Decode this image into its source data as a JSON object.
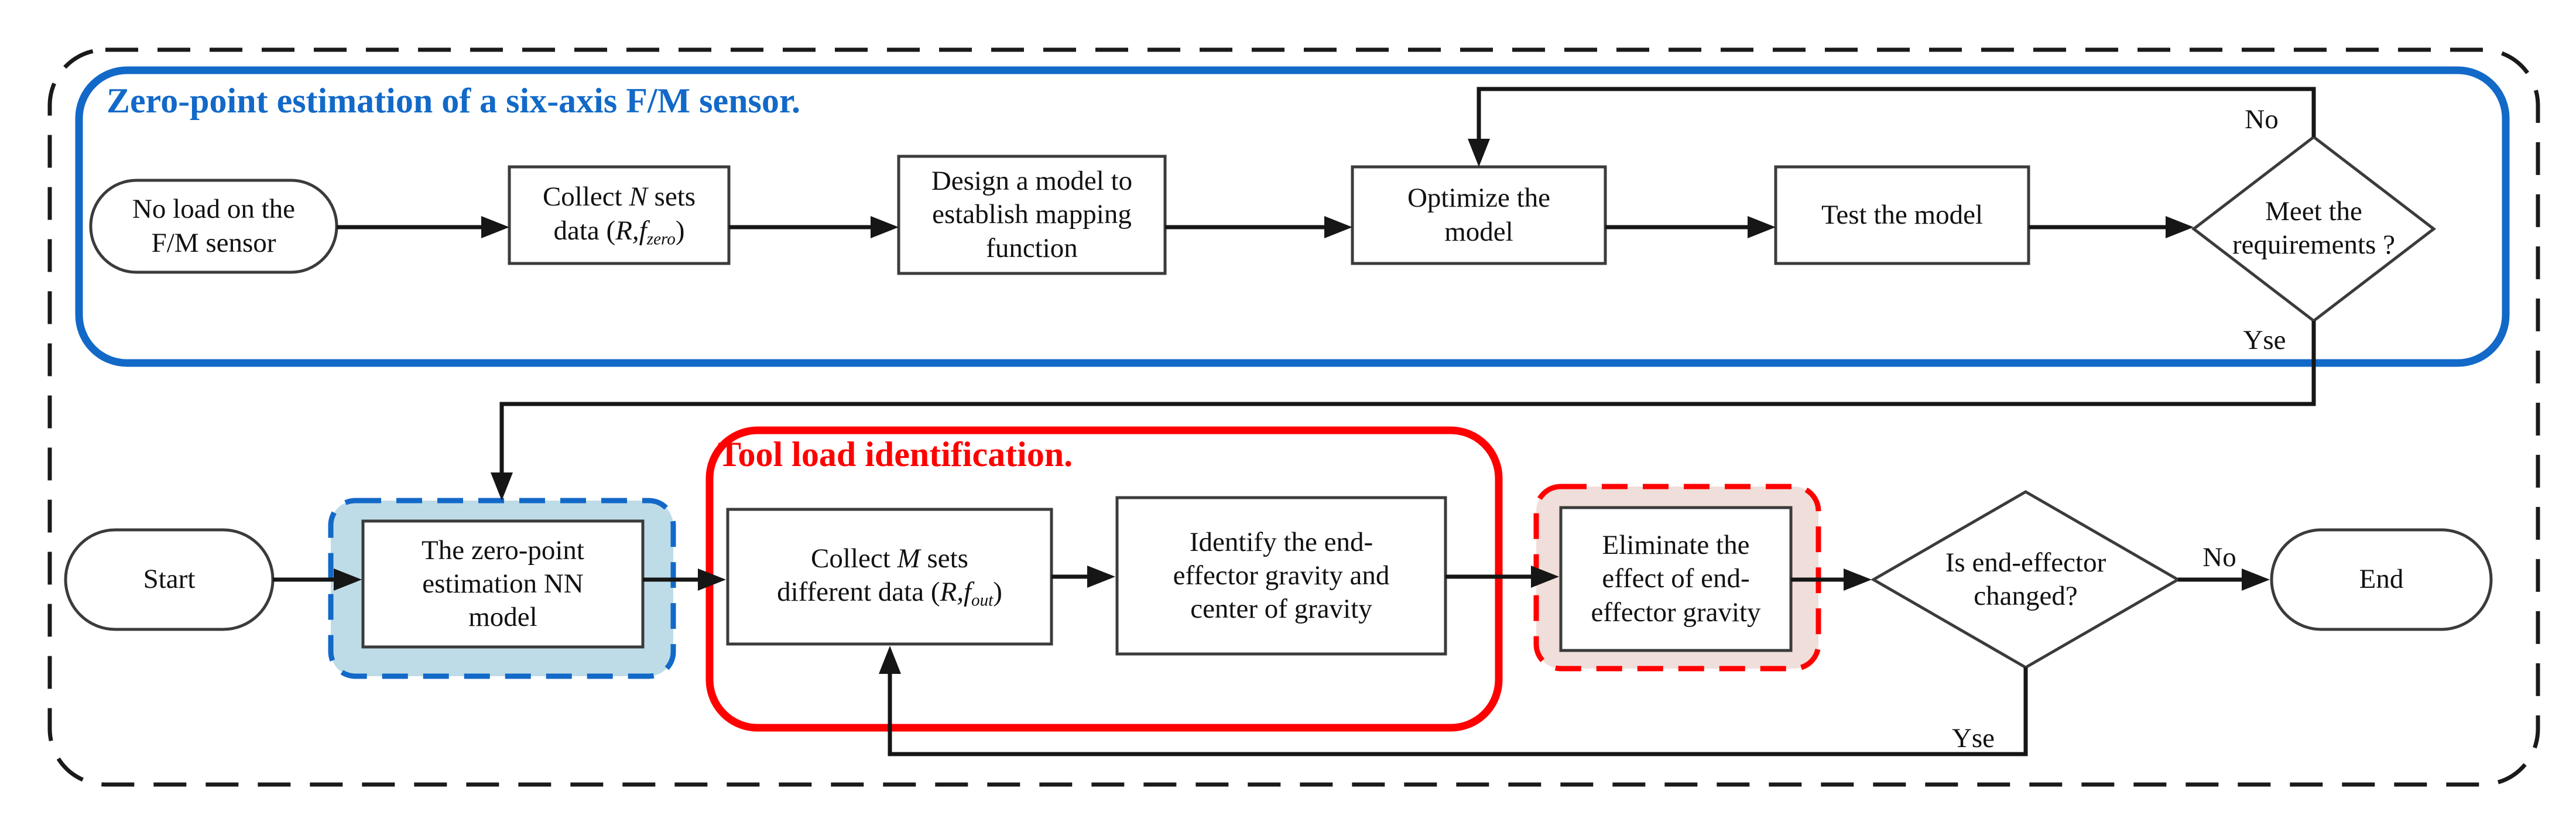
{
  "colors": {
    "blue": "#1269C8",
    "red": "#FF0000",
    "blue_fill": "#BEDCE7",
    "red_fill": "#F0DEDA"
  },
  "sections": {
    "zero_point": {
      "title": "Zero-point estimation of a six-axis F/M sensor."
    },
    "tool_load": {
      "title": "Tool load identification."
    }
  },
  "nodes": {
    "no_load": {
      "lines": [
        "No load on the",
        "F/M sensor"
      ]
    },
    "collect_n": {
      "line1": [
        "Collect ",
        "N",
        " sets"
      ],
      "line2": [
        "data (",
        "R,f",
        "zero",
        ")"
      ]
    },
    "design": {
      "lines": [
        "Design a model to",
        "establish mapping",
        "function"
      ]
    },
    "optimize": {
      "lines": [
        "Optimize the",
        "model"
      ]
    },
    "test": {
      "label": "Test the model"
    },
    "meet_requirements": {
      "lines": [
        "Meet the",
        "requirements ?"
      ]
    },
    "start": {
      "label": "Start"
    },
    "nn_model": {
      "lines": [
        "The zero-point",
        "estimation NN",
        "model"
      ]
    },
    "collect_m": {
      "line1": [
        "Collect ",
        "M",
        " sets"
      ],
      "line2": [
        "different data (",
        "R,f",
        "out",
        ")"
      ]
    },
    "identify": {
      "lines": [
        "Identify the end-",
        "effector gravity and",
        "center of gravity"
      ]
    },
    "eliminate": {
      "lines": [
        "Eliminate the",
        "effect of end-",
        "effector gravity"
      ]
    },
    "is_changed": {
      "lines": [
        "Is end-effector",
        "changed?"
      ]
    },
    "end": {
      "label": "End"
    }
  },
  "edge_labels": {
    "no_top": "No",
    "yes_top": "Yse",
    "no_bottom": "No",
    "yes_bottom": "Yse"
  }
}
